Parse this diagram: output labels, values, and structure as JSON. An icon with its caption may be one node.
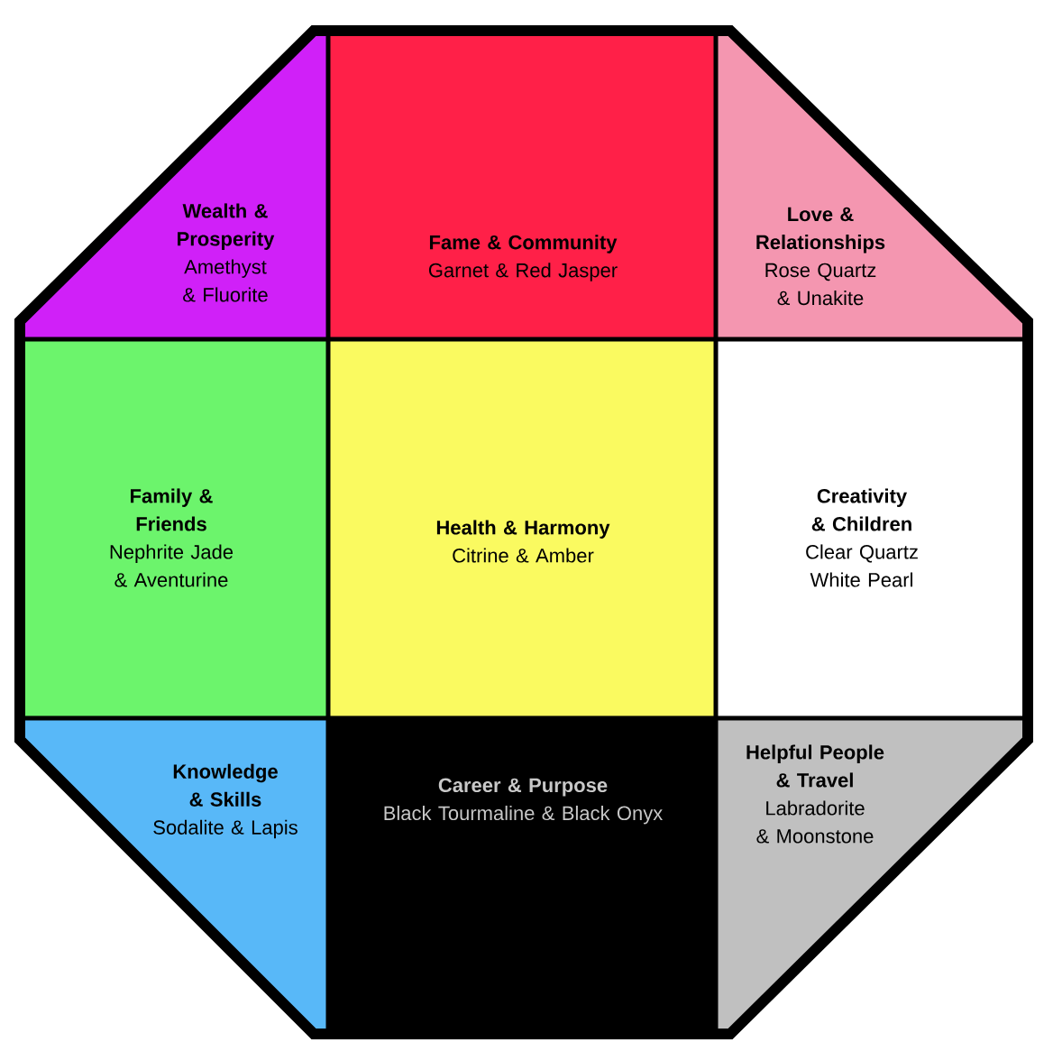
{
  "diagram": {
    "nodes": [
      {
        "text": [
          "Wealth & Prosperity",
          "Amethyst & Fluorite"
        ]
      },
      {
        "text": [
          "Fame & Community",
          "Garnet & Red Jasper"
        ]
      },
      {
        "text": [
          "Love & Relationships",
          "Rose Quartz & Unakite"
        ]
      },
      {
        "text": [
          "Family & Friends",
          "Nephrite Jade & Aventurine"
        ]
      },
      {
        "text": [
          "Health & Harmony",
          "Citrine & Amber"
        ]
      },
      {
        "text": [
          "Creativity & Children",
          "Clear Quartz White Pearl"
        ]
      },
      {
        "text": [
          "Knowledge & Skills",
          "Sodalite & Lapis"
        ]
      },
      {
        "text": [
          "Career & Purpose",
          "Black Tourmaline & Black Onyx"
        ]
      },
      {
        "text": [
          "Helpful People & Travel",
          "Labradorite & Moonstone"
        ]
      }
    ]
  }
}
